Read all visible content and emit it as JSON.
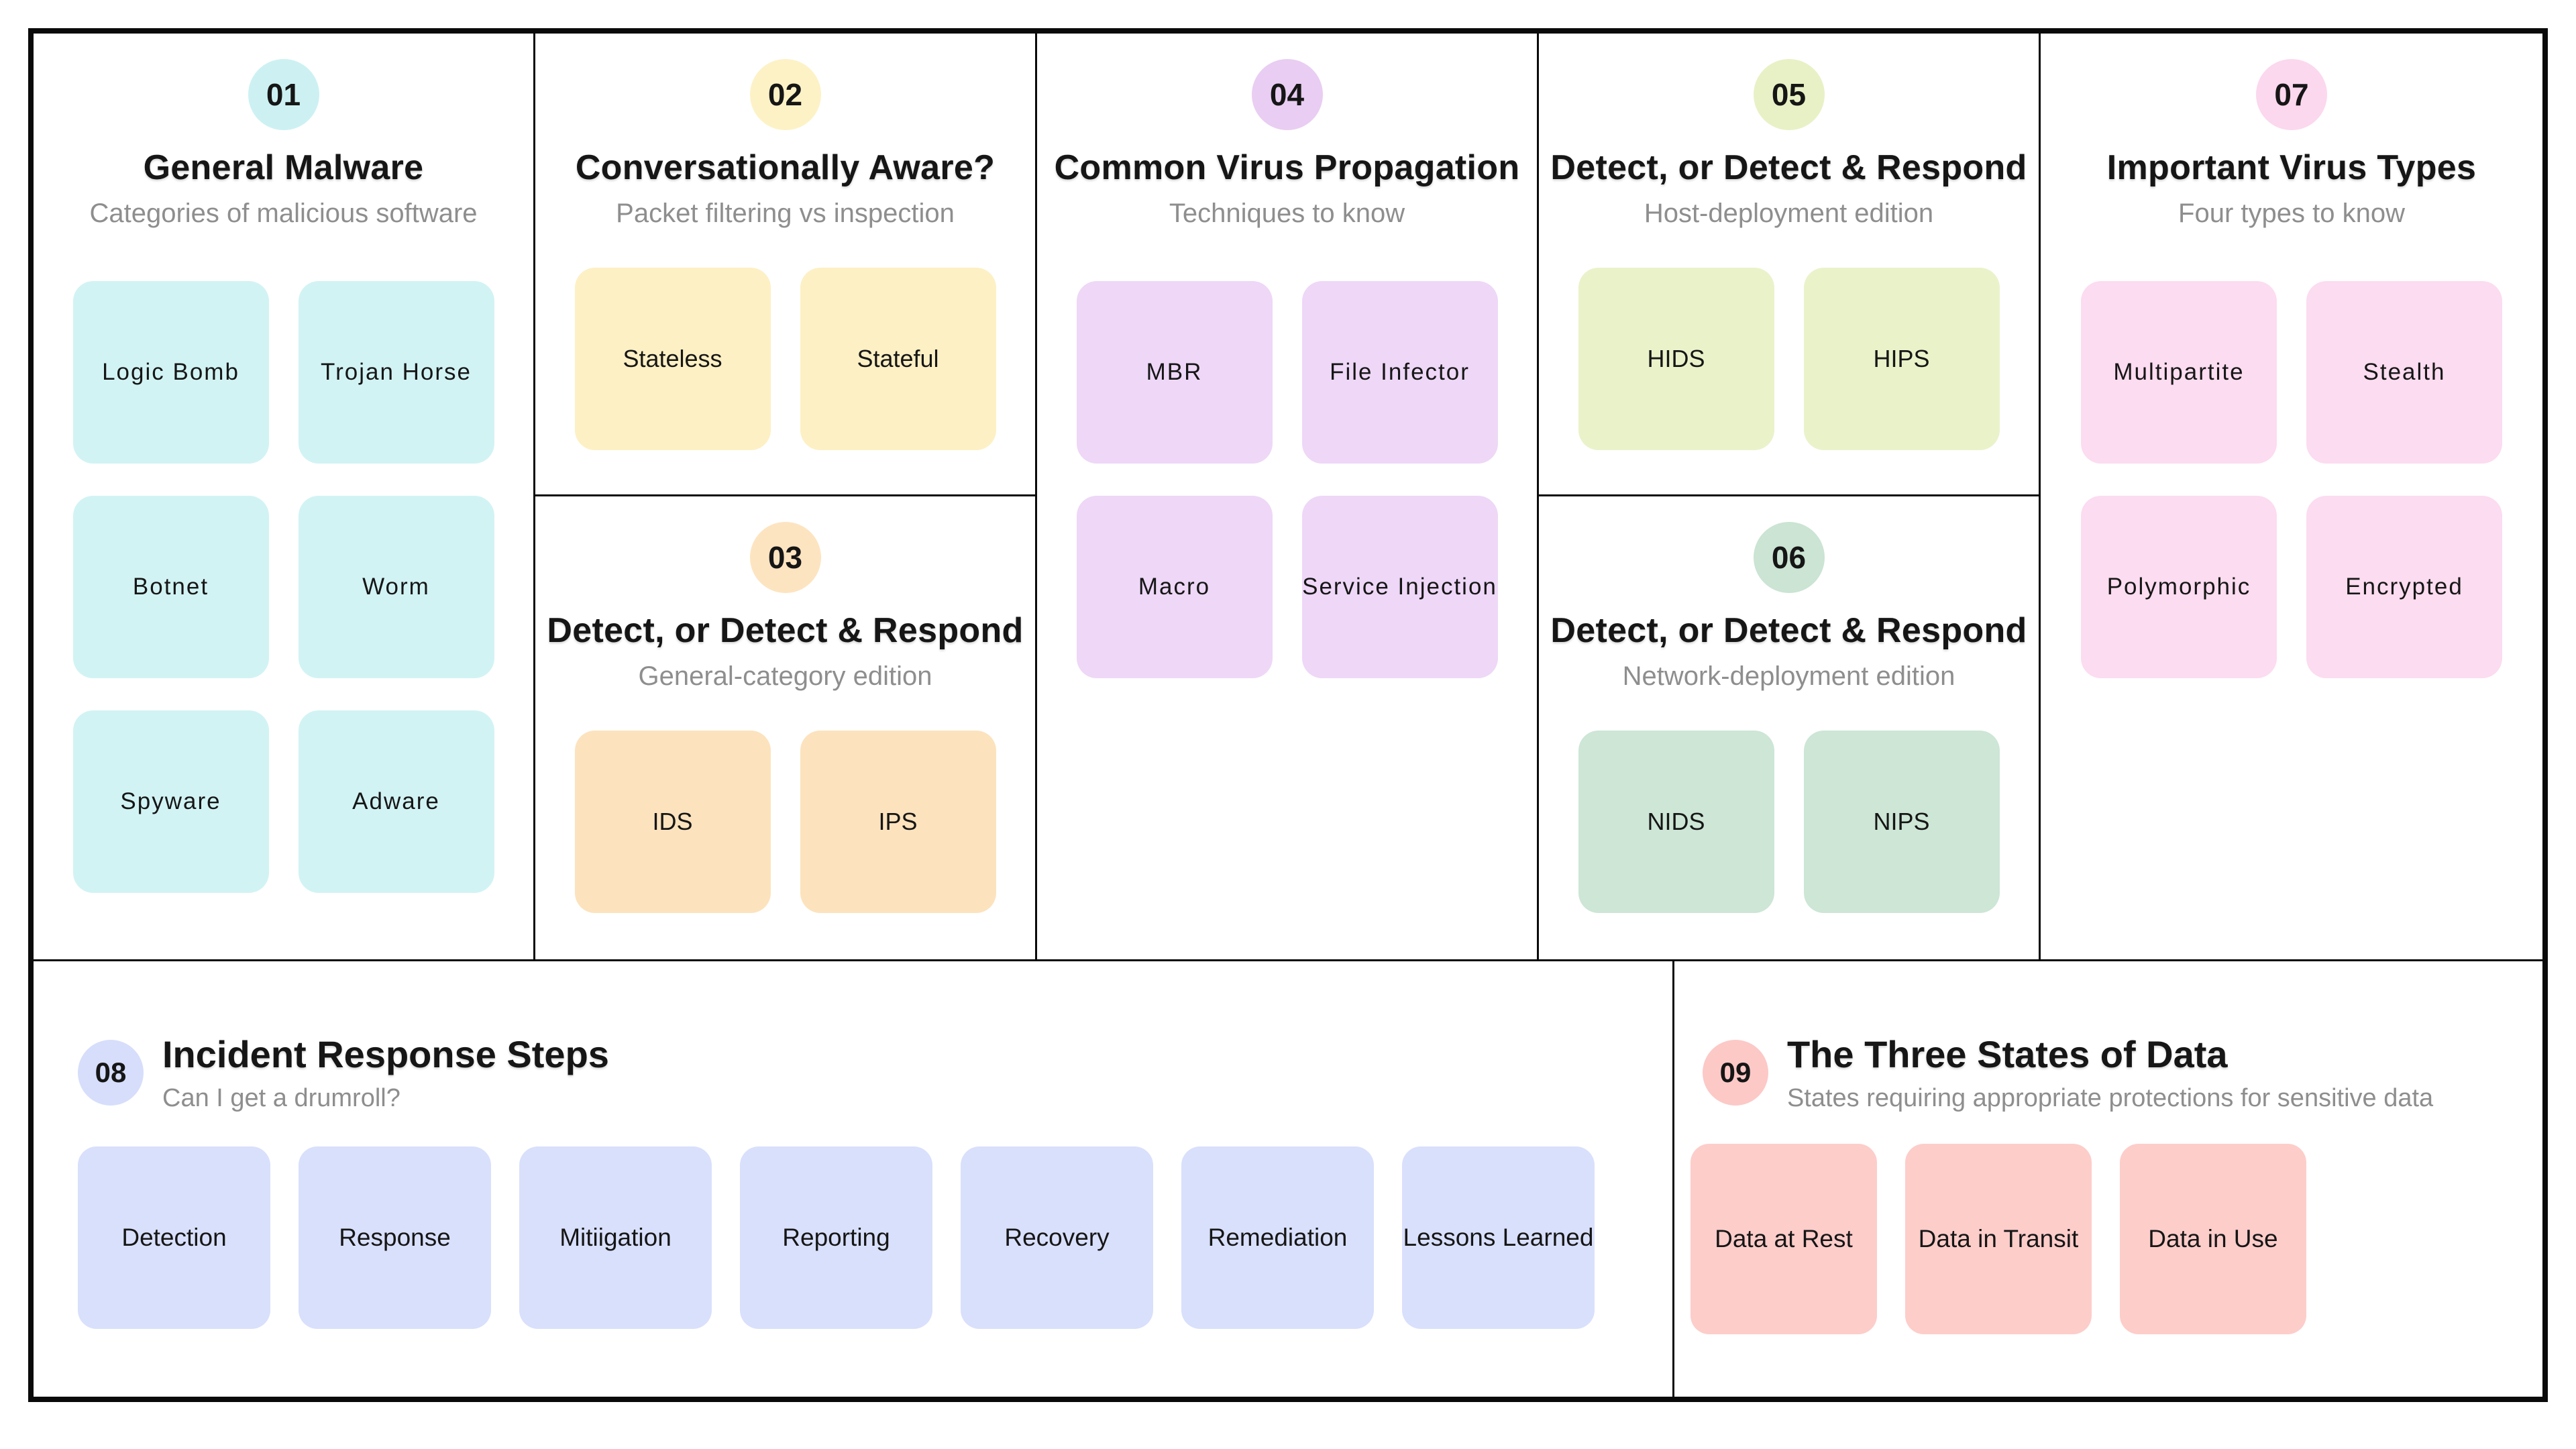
{
  "board": {
    "background": "#ffffff",
    "border_color": "#0a0a0a",
    "text_color": "#161616",
    "subtitle_color": "#8e8e8e"
  },
  "sections": {
    "s1": {
      "number": "01",
      "title": "General Malware",
      "subtitle": "Categories of malicious software",
      "badge_color": "#cdf1f2",
      "card_color": "#d2f3f4",
      "cards": [
        "Logic Bomb",
        "Trojan Horse",
        "Botnet",
        "Worm",
        "Spyware",
        "Adware"
      ]
    },
    "s2": {
      "number": "02",
      "title": "Conversationally Aware?",
      "subtitle": "Packet filtering vs inspection",
      "badge_color": "#fdf2c6",
      "card_color": "#fdf0c4",
      "cards": [
        "Stateless",
        "Stateful"
      ]
    },
    "s3": {
      "number": "03",
      "title": "Detect, or Detect & Respond",
      "subtitle": "General-category edition",
      "badge_color": "#fde4c0",
      "card_color": "#fce3bd",
      "cards": [
        "IDS",
        "IPS"
      ]
    },
    "s4": {
      "number": "04",
      "title": "Common Virus Propagation",
      "subtitle": "Techniques to know",
      "badge_color": "#e9cdf2",
      "card_color": "#eed7f7",
      "cards": [
        "MBR",
        "File Infector",
        "Macro",
        "Service Injection"
      ]
    },
    "s5": {
      "number": "05",
      "title": "Detect, or Detect & Respond",
      "subtitle": "Host-deployment edition",
      "badge_color": "#e8f1c5",
      "card_color": "#eaf2ca",
      "cards": [
        "HIDS",
        "HIPS"
      ]
    },
    "s6": {
      "number": "06",
      "title": "Detect, or Detect & Respond",
      "subtitle": "Network-deployment edition",
      "badge_color": "#cbe4d3",
      "card_color": "#cde6d6",
      "cards": [
        "NIDS",
        "NIPS"
      ]
    },
    "s7": {
      "number": "07",
      "title": "Important Virus Types",
      "subtitle": "Four types to know",
      "badge_color": "#fbd8ee",
      "card_color": "#fcdcf0",
      "cards": [
        "Multipartite",
        "Stealth",
        "Polymorphic",
        "Encrypted"
      ]
    },
    "s8": {
      "number": "08",
      "title": "Incident Response Steps",
      "subtitle": "Can I get a drumroll?",
      "badge_color": "#d6defb",
      "card_color": "#d9e0fc",
      "cards": [
        "Detection",
        "Response",
        "Mitiigation",
        "Reporting",
        "Recovery",
        "Remediation",
        "Lessons Learned"
      ]
    },
    "s9": {
      "number": "09",
      "title": "The Three States of Data",
      "subtitle": "States requiring appropriate protections for sensitive data",
      "badge_color": "#fcc9c7",
      "card_color": "#fdcdca",
      "cards": [
        "Data at Rest",
        "Data in Transit",
        "Data in Use"
      ]
    }
  }
}
